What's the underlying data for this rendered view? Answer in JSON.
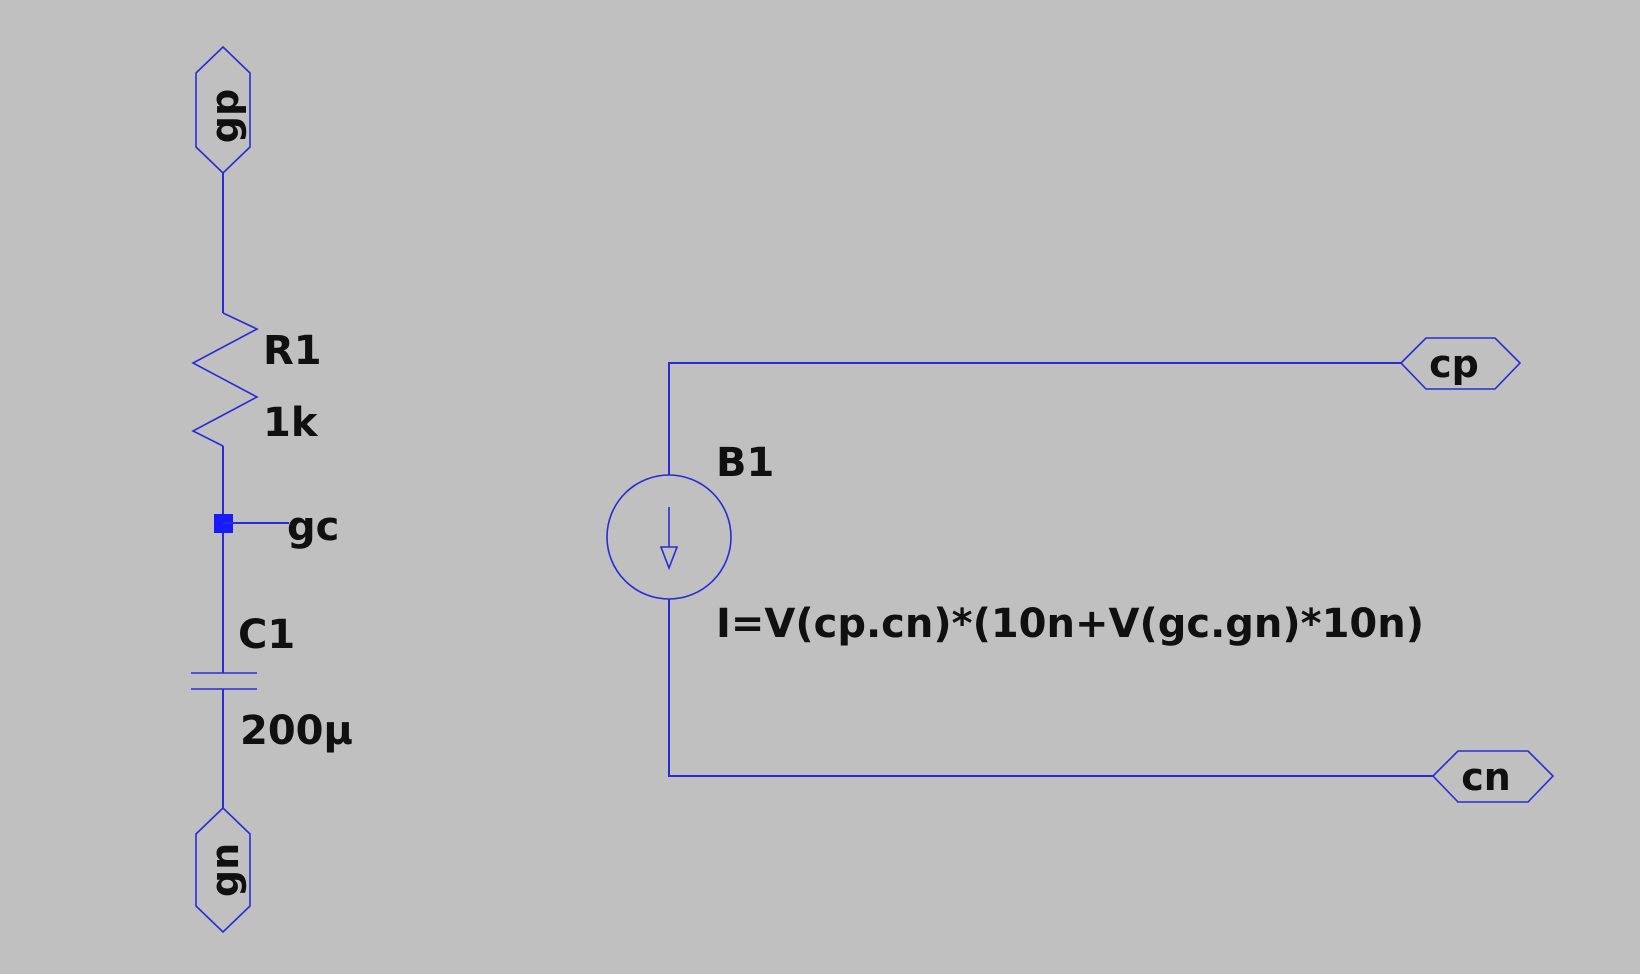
{
  "components": {
    "r1": {
      "name": "R1",
      "value": "1k"
    },
    "c1": {
      "name": "C1",
      "value": "200μ"
    },
    "b1": {
      "name": "B1",
      "expression": "I=V(cp.cn)*(10n+V(gc.gn)*10n)"
    }
  },
  "net_labels": {
    "gp": "gp",
    "gn": "gn",
    "gc": "gc",
    "cp": "cp",
    "cn": "cn"
  }
}
